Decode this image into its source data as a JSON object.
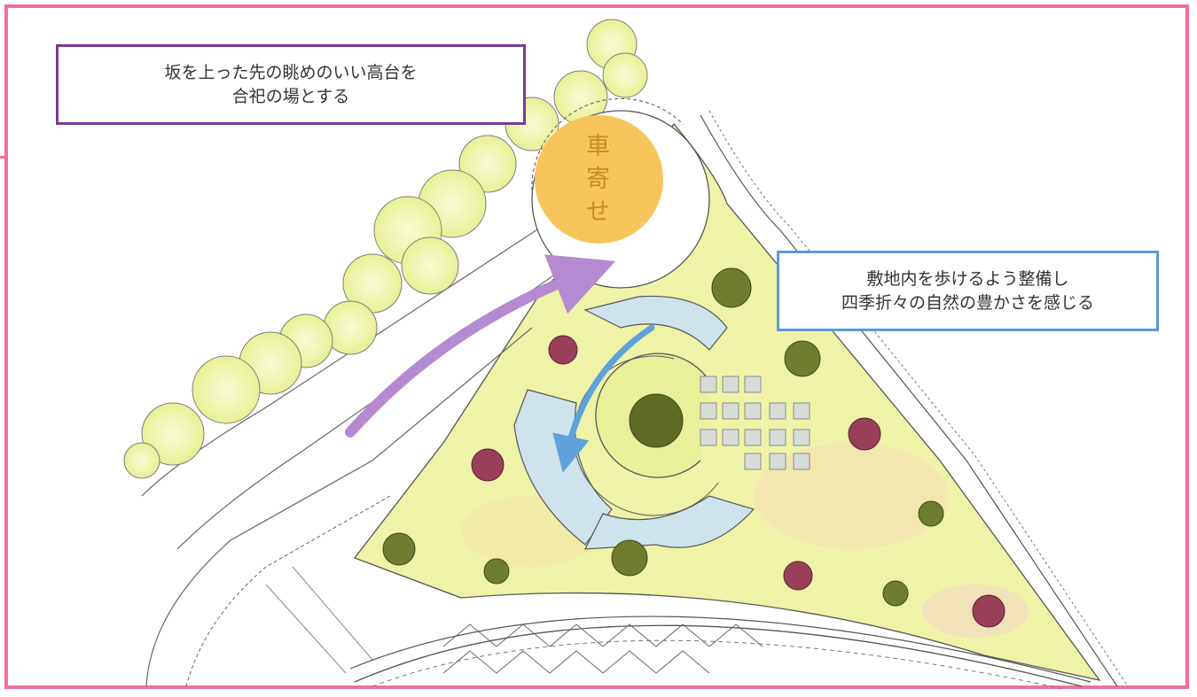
{
  "callouts": {
    "top_left": {
      "line1": "坂を上った先の眺めのいい高台を",
      "line2": "合祀の場とする",
      "border_color": "#7b3a96"
    },
    "right": {
      "line1": "敷地内を歩けるよう整備し",
      "line2": "四季折々の自然の豊かさを感じる",
      "border_color": "#5b9bd5"
    }
  },
  "dropoff": {
    "chars": [
      "車",
      "寄",
      "せ"
    ],
    "fill": "#f7c55c",
    "text_color": "#c78d20"
  },
  "colors": {
    "frame": "#f0709a",
    "approach_arrow": "#b48ad0",
    "circulation_arrow": "#5fa2db",
    "lawn": "#eef3a8",
    "paving": "#cfe3ec"
  }
}
